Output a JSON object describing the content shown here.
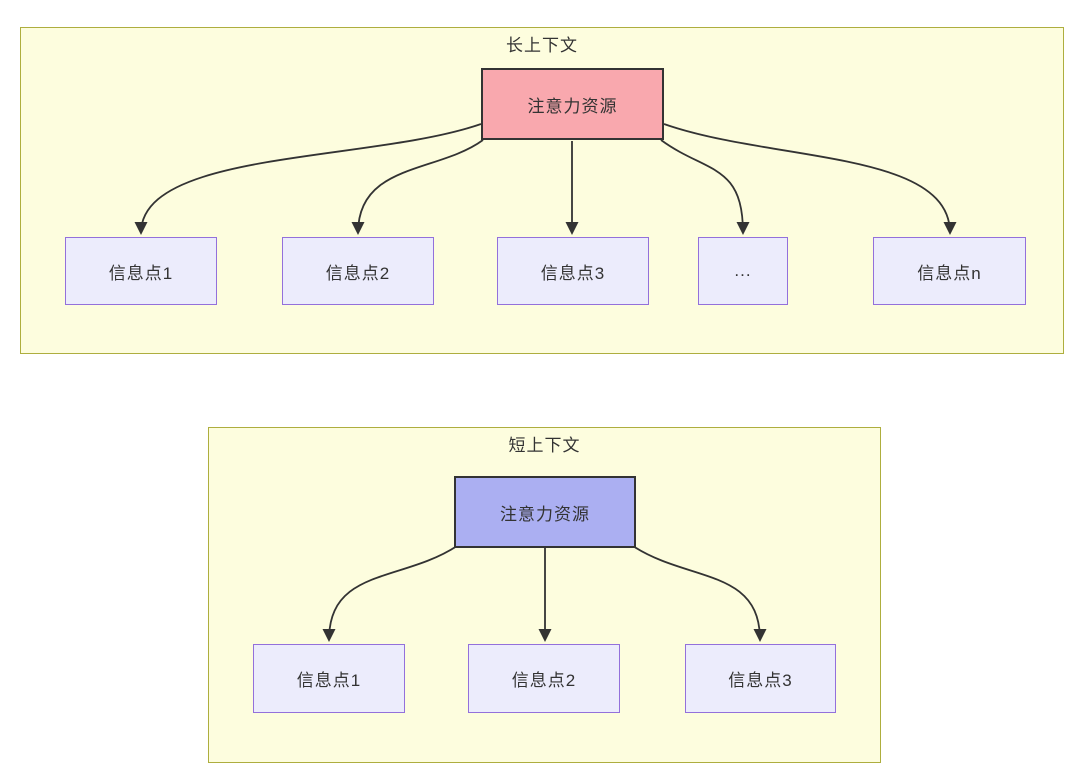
{
  "colors": {
    "cluster_fill": "#fdfdde",
    "cluster_border": "#aeae3e",
    "attention_long_fill": "#f9a8ae",
    "attention_short_fill": "#abaff2",
    "info_node_fill": "#ececfc",
    "info_node_border": "#9370db",
    "attention_border": "#333333",
    "arrow": "#333333",
    "text": "#333333"
  },
  "long_context": {
    "title": "长上下文",
    "attention_label": "注意力资源",
    "nodes": [
      {
        "label": "信息点1"
      },
      {
        "label": "信息点2"
      },
      {
        "label": "信息点3"
      },
      {
        "label": "..."
      },
      {
        "label": "信息点n"
      }
    ]
  },
  "short_context": {
    "title": "短上下文",
    "attention_label": "注意力资源",
    "nodes": [
      {
        "label": "信息点1"
      },
      {
        "label": "信息点2"
      },
      {
        "label": "信息点3"
      }
    ]
  }
}
